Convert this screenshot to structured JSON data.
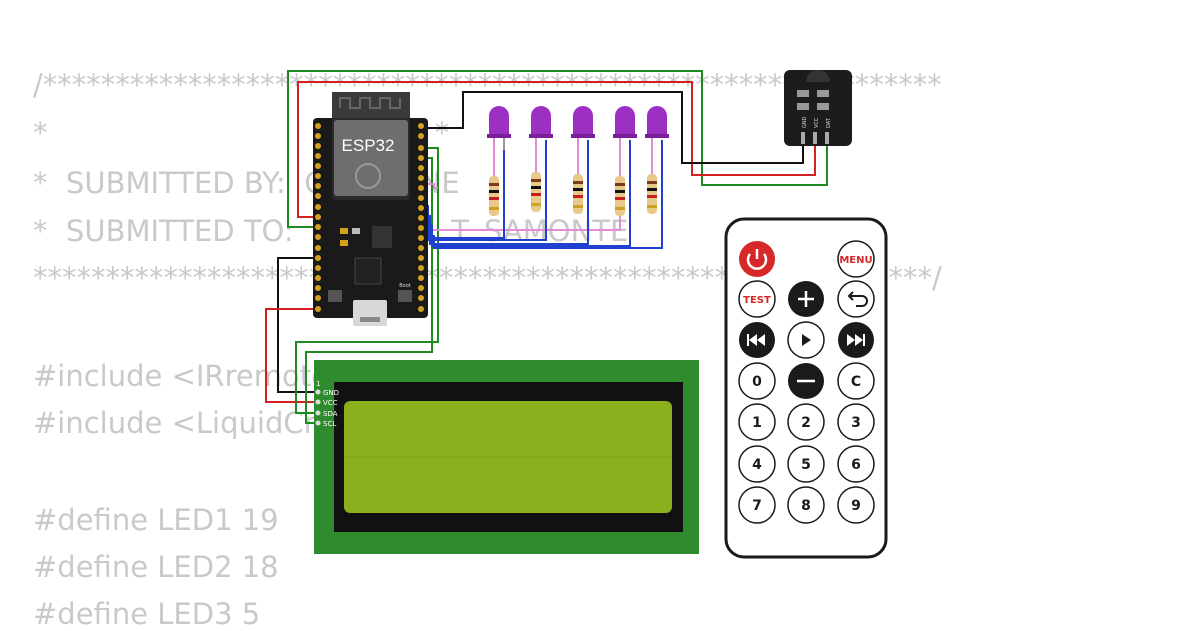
{
  "code": {
    "lines": [
      "/**************************************************************",
      "*                                          *",
      "*  SUBMITTED BY:  CHRISTINE",
      "*  SUBMITTED TO:  MICHAEL T. SAMONTE",
      "**************************************************************/",
      "#include <IRremote.h>",
      "#include <LiquidCrystal_I2C.h>",
      "#define LED1 19",
      "#define LED2 18",
      "#define LED3 5"
    ]
  },
  "esp32": {
    "label": "ESP32",
    "boot_label": "Boot"
  },
  "ir_receiver": {
    "pins": [
      "GND",
      "VCC",
      "DAT"
    ]
  },
  "lcd": {
    "pin_marker": "1",
    "pins": [
      "GND",
      "VCC",
      "SDA",
      "SCL"
    ]
  },
  "remote": {
    "menu_label": "MENU",
    "test_label": "TEST",
    "digits": [
      "0",
      "1",
      "2",
      "3",
      "4",
      "5",
      "6",
      "7",
      "8",
      "9"
    ],
    "clear_label": "C"
  },
  "colors": {
    "led_purple": "#9b30c2",
    "wire_red": "#d42020",
    "wire_green": "#1f8a1f",
    "wire_black": "#111111",
    "wire_blue": "#2040d0",
    "wire_pink": "#e58ad8",
    "lcd_board": "#2e8b2e",
    "lcd_screen": "#8ab01e"
  }
}
